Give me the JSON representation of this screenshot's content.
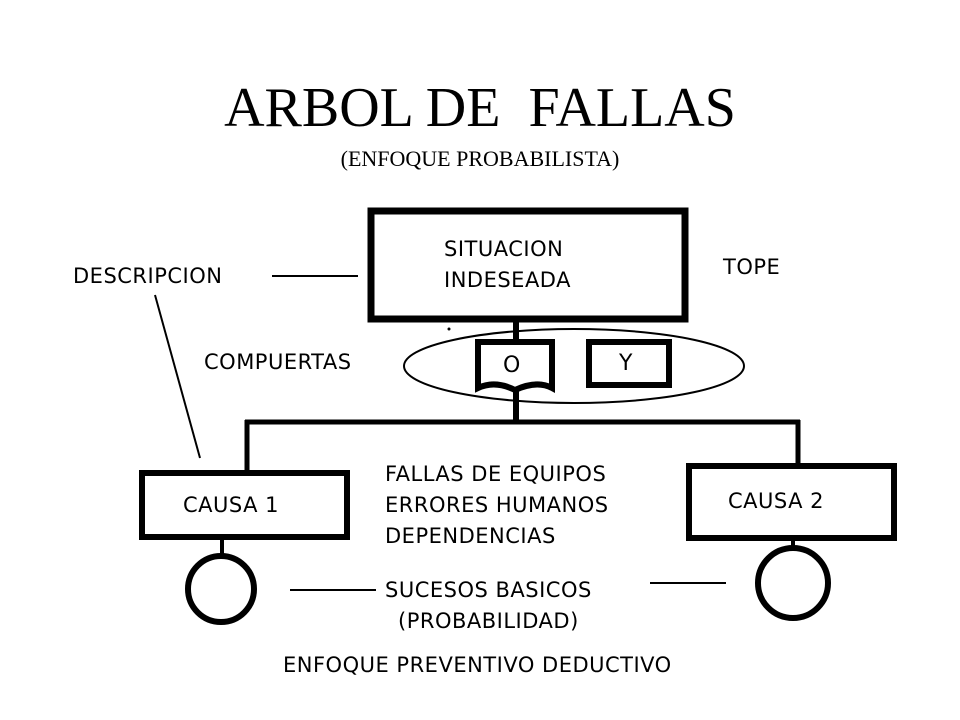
{
  "title": "ARBOL DE  FALLAS",
  "subtitle": "(ENFOQUE PROBABILISTA)",
  "top_event": {
    "line1": "SITUACION",
    "line2": "INDESEADA"
  },
  "labels": {
    "descripcion": "DESCRIPCION",
    "tope": "TOPE",
    "compuertas": "COMPUERTAS",
    "sucesos_line1": "SUCESOS BASICOS",
    "sucesos_line2": "(PROBABILIDAD)",
    "footer": "ENFOQUE PREVENTIVO DEDUCTIVO"
  },
  "gates": {
    "or_gate": "O",
    "and_gate": "Y"
  },
  "causes": [
    "CAUSA 1",
    "CAUSA 2"
  ],
  "cause_types": [
    "FALLAS DE EQUIPOS",
    "ERRORES HUMANOS",
    "DEPENDENCIAS"
  ]
}
